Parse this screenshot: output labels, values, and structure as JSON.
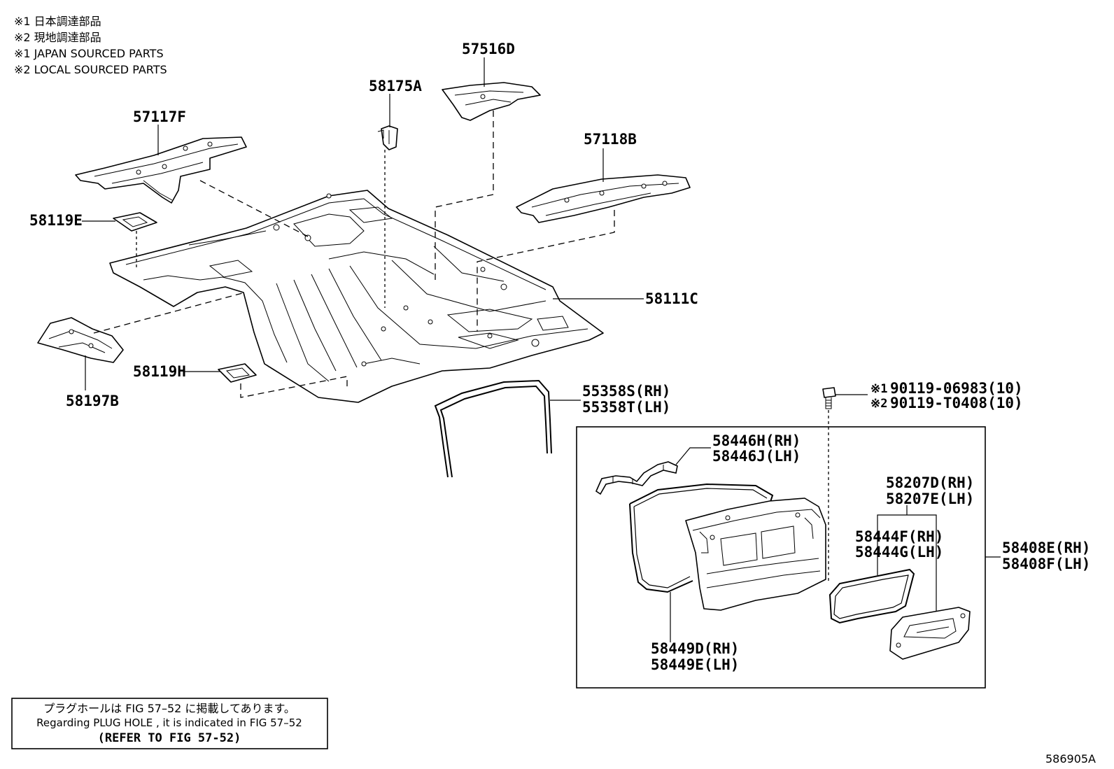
{
  "notes": [
    "※1 日本調達部品",
    "※2 現地調達部品",
    "※1 JAPAN SOURCED PARTS",
    "※2 LOCAL SOURCED PARTS"
  ],
  "labels": {
    "p57516D": "57516D",
    "p58175A": "58175A",
    "p57117F": "57117F",
    "p57118B": "57118B",
    "p58119E": "58119E",
    "p58111C": "58111C",
    "p58119H": "58119H",
    "p58197B": "58197B",
    "p55358S": "55358S(RH)",
    "p55358T": "55358T(LH)",
    "bolt1": "90119-06983(10)",
    "bolt2": "90119-T0408(10)",
    "bolt1_mark": "※1",
    "bolt2_mark": "※2",
    "p58446H": "58446H(RH)",
    "p58446J": "58446J(LH)",
    "p58207D": "58207D(RH)",
    "p58207E": "58207E(LH)",
    "p58444F": "58444F(RH)",
    "p58444G": "58444G(LH)",
    "p58408E": "58408E(RH)",
    "p58408F": "58408F(LH)",
    "p58449D": "58449D(RH)",
    "p58449E": "58449E(LH)"
  },
  "plug_note": {
    "jp": "プラグホールは FIG 57–52 に掲載してあります。",
    "en": "Regarding PLUG HOLE , it is indicated in FIG 57–52",
    "refer": "(REFER TO FIG 57-52)"
  },
  "figure_id": "586905A"
}
